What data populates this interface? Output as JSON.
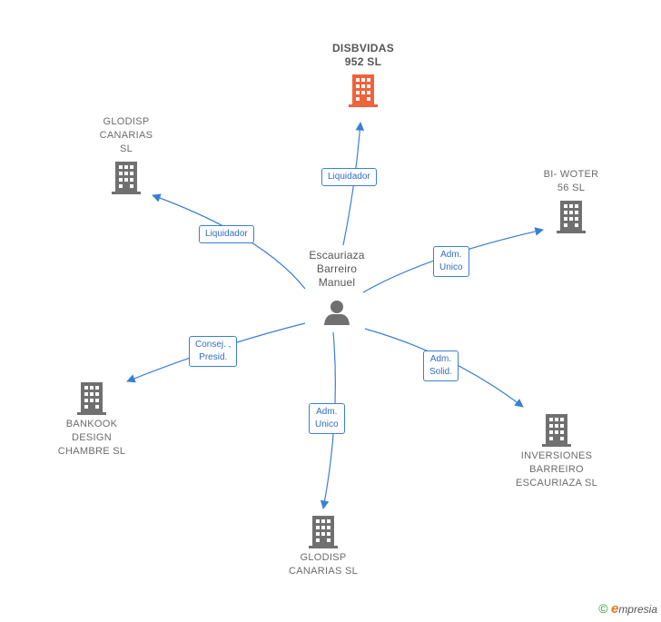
{
  "center": {
    "name": "Escauriaza\nBarreiro\nManuel"
  },
  "companies": [
    {
      "id": "disbvidas",
      "name": "DISBVIDAS\n952  SL",
      "highlight": true
    },
    {
      "id": "glodisp1",
      "name": "GLODISP\nCANARIAS\nSL",
      "highlight": false
    },
    {
      "id": "biwoter",
      "name": "BI- WOTER\n56 SL",
      "highlight": false
    },
    {
      "id": "bankook",
      "name": "BANKOOK\nDESIGN\nCHAMBRE SL",
      "highlight": false
    },
    {
      "id": "inversiones",
      "name": "INVERSIONES\nBARREIRO\nESCAURIAZA SL",
      "highlight": false
    },
    {
      "id": "glodisp2",
      "name": "GLODISP\nCANARIAS SL",
      "highlight": false
    }
  ],
  "relations": [
    {
      "to": "disbvidas",
      "label": "Liquidador"
    },
    {
      "to": "glodisp1",
      "label": "Liquidador"
    },
    {
      "to": "biwoter",
      "label": "Adm.\nUnico"
    },
    {
      "to": "bankook",
      "label": "Consej. ,\nPresid."
    },
    {
      "to": "inversiones",
      "label": "Adm.\nSolid."
    },
    {
      "to": "glodisp2",
      "label": "Adm.\nUnico"
    }
  ],
  "colors": {
    "edge": "#3b7fd4",
    "building": "#707070",
    "building_highlight": "#f0623a",
    "person": "#707070"
  },
  "footer": {
    "copyright": "©",
    "brand_initial": "e",
    "brand_rest": "mpresia"
  }
}
